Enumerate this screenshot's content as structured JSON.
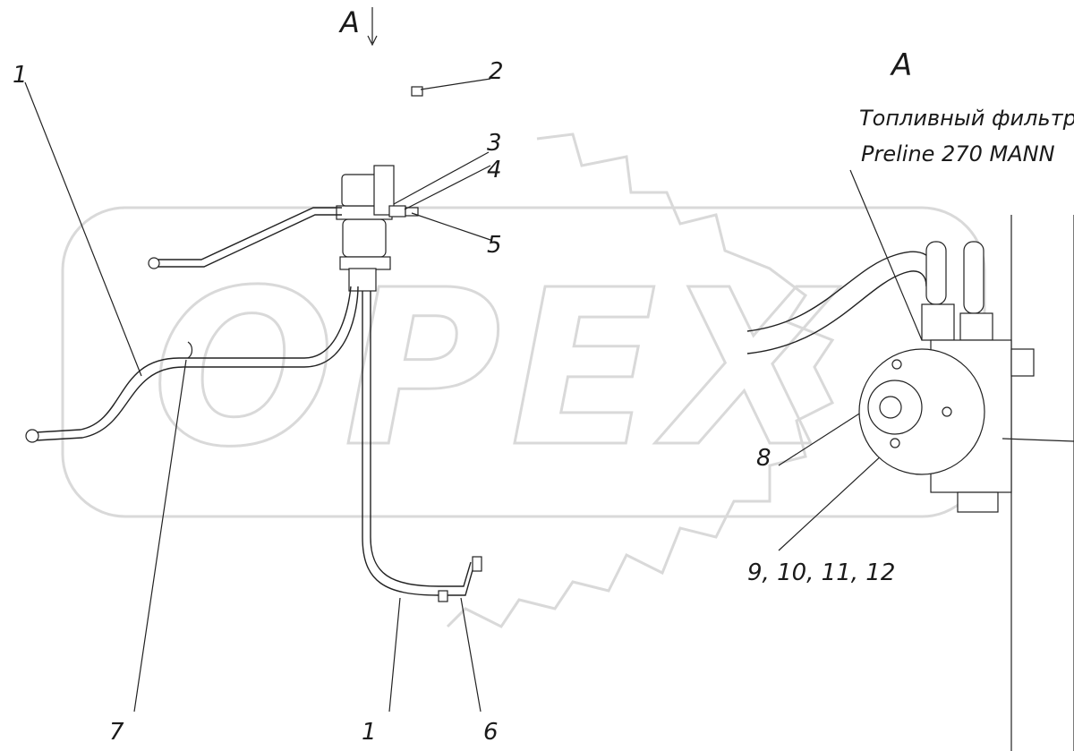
{
  "view_marker": "А",
  "view_title": "А",
  "caption_line1": "Топливный фильтр",
  "caption_line2": "Preline 270 MANN",
  "watermark": "OPEX",
  "labels": {
    "l1_top": "1",
    "l2": "2",
    "l3": "3",
    "l4": "4",
    "l5": "5",
    "l6": "6",
    "l7": "7",
    "l1_bottom": "1",
    "l8": "8",
    "l9_12": "9, 10, 11, 12"
  },
  "colors": {
    "line": "#222222",
    "watermark": "#d9d9d9"
  }
}
